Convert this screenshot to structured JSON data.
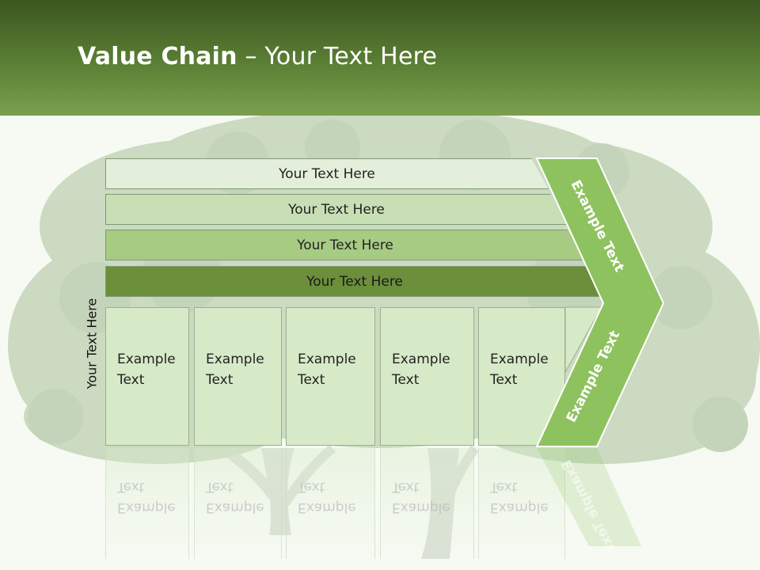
{
  "title": {
    "bold": "Value Chain",
    "rest": " – Your Text Here"
  },
  "side_label": "Your Text Here",
  "bars": [
    {
      "label": "Your Text Here",
      "color": "#e3efdb"
    },
    {
      "label": "Your Text Here",
      "color": "#c8dfb5"
    },
    {
      "label": "Your Text Here",
      "color": "#a7cb83"
    },
    {
      "label": "Your Text Here",
      "color": "#6b8f3a"
    }
  ],
  "columns": [
    {
      "line1": "Example",
      "line2": "Text"
    },
    {
      "line1": "Example",
      "line2": "Text"
    },
    {
      "line1": "Example",
      "line2": "Text"
    },
    {
      "line1": "Example",
      "line2": "Text"
    },
    {
      "line1": "Example",
      "line2": "Text"
    }
  ],
  "chevron": {
    "upper_label": "Example Text",
    "lower_label": "Example Text",
    "color": "#8ec25e"
  },
  "colors": {
    "header_top": "#3b5620",
    "header_bottom": "#7a9f4e",
    "tree": "#6f9657"
  }
}
